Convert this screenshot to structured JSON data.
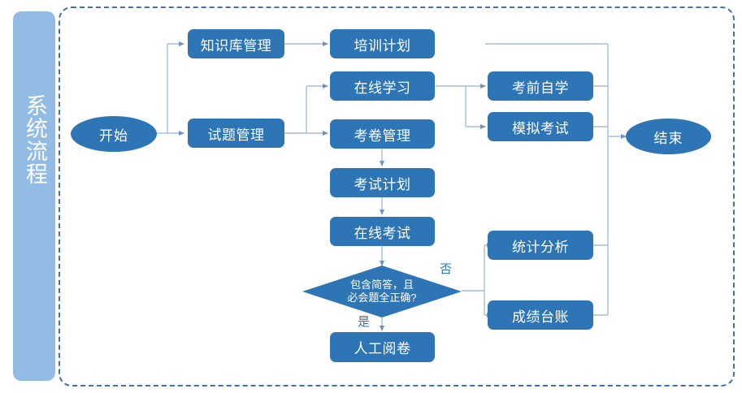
{
  "diagram": {
    "title": "系统流程",
    "frame": {
      "style": "dashed-rounded-rectangle",
      "color": "#4472A8"
    },
    "sidebar": {
      "label": "系统流程",
      "color": "#93BCE5",
      "text_color": "#ffffff"
    },
    "colors": {
      "node_fill": "#2E75B6",
      "node_text": "#ffffff",
      "sidebar_fill": "#93BCE5",
      "frame_border": "#4472A8",
      "connector": "#A3BFDC",
      "edge_label": "#2E75B6"
    },
    "nodes": [
      {
        "id": "start",
        "label": "开始",
        "shape": "ellipse"
      },
      {
        "id": "kb",
        "label": "知识库管理",
        "shape": "process"
      },
      {
        "id": "train_plan",
        "label": "培训计划",
        "shape": "process"
      },
      {
        "id": "question",
        "label": "试题管理",
        "shape": "process"
      },
      {
        "id": "online_stu",
        "label": "在线学习",
        "shape": "process"
      },
      {
        "id": "paper",
        "label": "考卷管理",
        "shape": "process"
      },
      {
        "id": "exam_plan",
        "label": "考试计划",
        "shape": "process"
      },
      {
        "id": "online_ex",
        "label": "在线考试",
        "shape": "process"
      },
      {
        "id": "presfstudy",
        "label": "考前自学",
        "shape": "process"
      },
      {
        "id": "mock_exam",
        "label": "模拟考试",
        "shape": "process"
      },
      {
        "id": "stats",
        "label": "统计分析",
        "shape": "process"
      },
      {
        "id": "ledger",
        "label": "成绩台账",
        "shape": "process"
      },
      {
        "id": "manual",
        "label": "人工阅卷",
        "shape": "process"
      },
      {
        "id": "end",
        "label": "结束",
        "shape": "ellipse"
      }
    ],
    "decision": {
      "id": "check",
      "line1": "包含简答，且",
      "line2": "必会题全正确?",
      "shape": "diamond"
    },
    "edge_labels": {
      "no": "否",
      "yes": "是"
    },
    "edges": [
      {
        "from": "start",
        "to": "kb"
      },
      {
        "from": "start",
        "to": "question"
      },
      {
        "from": "kb",
        "to": "train_plan"
      },
      {
        "from": "question",
        "to": "online_stu"
      },
      {
        "from": "question",
        "to": "paper"
      },
      {
        "from": "online_stu",
        "to": "presfstudy"
      },
      {
        "from": "online_stu",
        "to": "mock_exam"
      },
      {
        "from": "paper",
        "to": "exam_plan"
      },
      {
        "from": "exam_plan",
        "to": "online_ex"
      },
      {
        "from": "online_ex",
        "to": "check"
      },
      {
        "from": "check",
        "to": "manual",
        "label": "是"
      },
      {
        "from": "check",
        "to": "stats",
        "label": "否"
      },
      {
        "from": "check",
        "to": "ledger",
        "label": "否"
      },
      {
        "from": "train_plan",
        "to": "end"
      },
      {
        "from": "presfstudy",
        "to": "end"
      },
      {
        "from": "mock_exam",
        "to": "end"
      },
      {
        "from": "stats",
        "to": "end"
      },
      {
        "from": "ledger",
        "to": "end"
      }
    ]
  }
}
